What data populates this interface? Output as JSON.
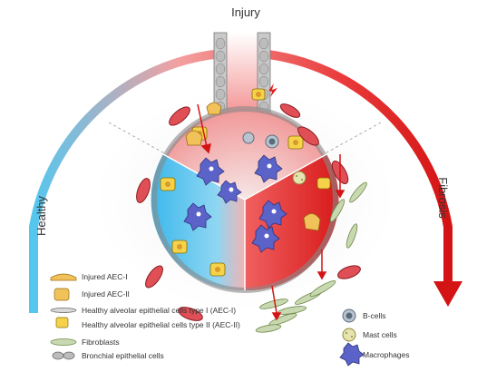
{
  "labels": {
    "top": "Injury",
    "left": "Healthy",
    "right": "Fibrosis"
  },
  "colors": {
    "healthy": "#4fc3ea",
    "injury": "#f07a7a",
    "fibrosis": "#e02020"
  },
  "legend_left": [
    {
      "icon": "injured-aec1-icon",
      "label": "Injured AEC-I"
    },
    {
      "icon": "injured-aec2-icon",
      "label": "Injured AEC-II"
    },
    {
      "icon": "healthy-aec1-icon",
      "label": "Healthy alveolar epithelial cells type I (AEC-I)"
    },
    {
      "icon": "healthy-aec2-icon",
      "label": "Healthy alveolar epithelial cells type II (AEC-II)"
    },
    {
      "icon": "fibroblast-icon",
      "label": "Fibroblasts"
    },
    {
      "icon": "bronchial-cell-icon",
      "label": "Bronchial epithelial cells"
    }
  ],
  "legend_right": [
    {
      "icon": "b-cell-icon",
      "label": "B-cells"
    },
    {
      "icon": "mast-cell-icon",
      "label": "Mast cells"
    },
    {
      "icon": "macrophage-icon",
      "label": "Macrophages"
    }
  ]
}
